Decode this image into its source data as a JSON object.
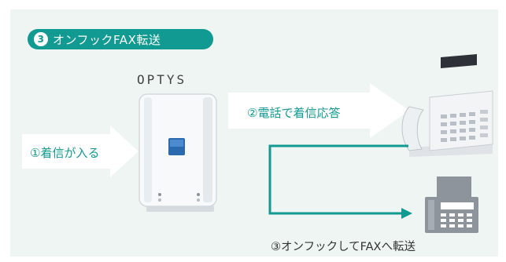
{
  "section": {
    "number": "3",
    "title": "オンフックFAX転送"
  },
  "device": {
    "brand": "OPTYS"
  },
  "steps": {
    "incoming": "①着信が入る",
    "answer": "②電話で着信応答",
    "forward": "③オンフックしてFAXへ転送"
  },
  "icons": [
    "optys-device-icon",
    "desk-phone-icon",
    "fax-machine-icon"
  ],
  "colors": {
    "accent": "#109a91",
    "panel_bg": "#eef5f3",
    "arrow_fill": "#ffffff"
  }
}
